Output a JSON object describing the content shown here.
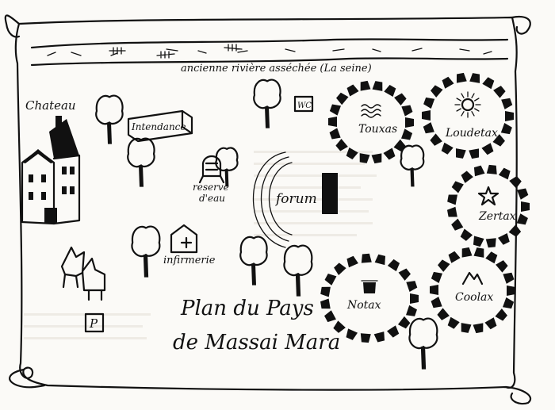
{
  "labels": {
    "river": "ancienne rivière asséchée (La seine)",
    "chateau": "Chateau",
    "intendance": "Intendance",
    "wc": "WC",
    "reserve_line1": "reserve",
    "reserve_line2": "d'eau",
    "forum": "forum",
    "infirmerie": "infirmerie",
    "parking": "P",
    "title_line1": "Plan du Pays",
    "title_line2": "de Massai Mara"
  },
  "villages": [
    {
      "name": "Touxas",
      "icon": "waves-icon"
    },
    {
      "name": "Loudetax",
      "icon": "sun-icon"
    },
    {
      "name": "Zertax",
      "icon": "star-icon"
    },
    {
      "name": "Notax",
      "icon": "pot-icon"
    },
    {
      "name": "Coolax",
      "icon": "mountain-icon"
    }
  ],
  "colors": {
    "ink": "#111111",
    "paper": "#fdfcf9"
  }
}
